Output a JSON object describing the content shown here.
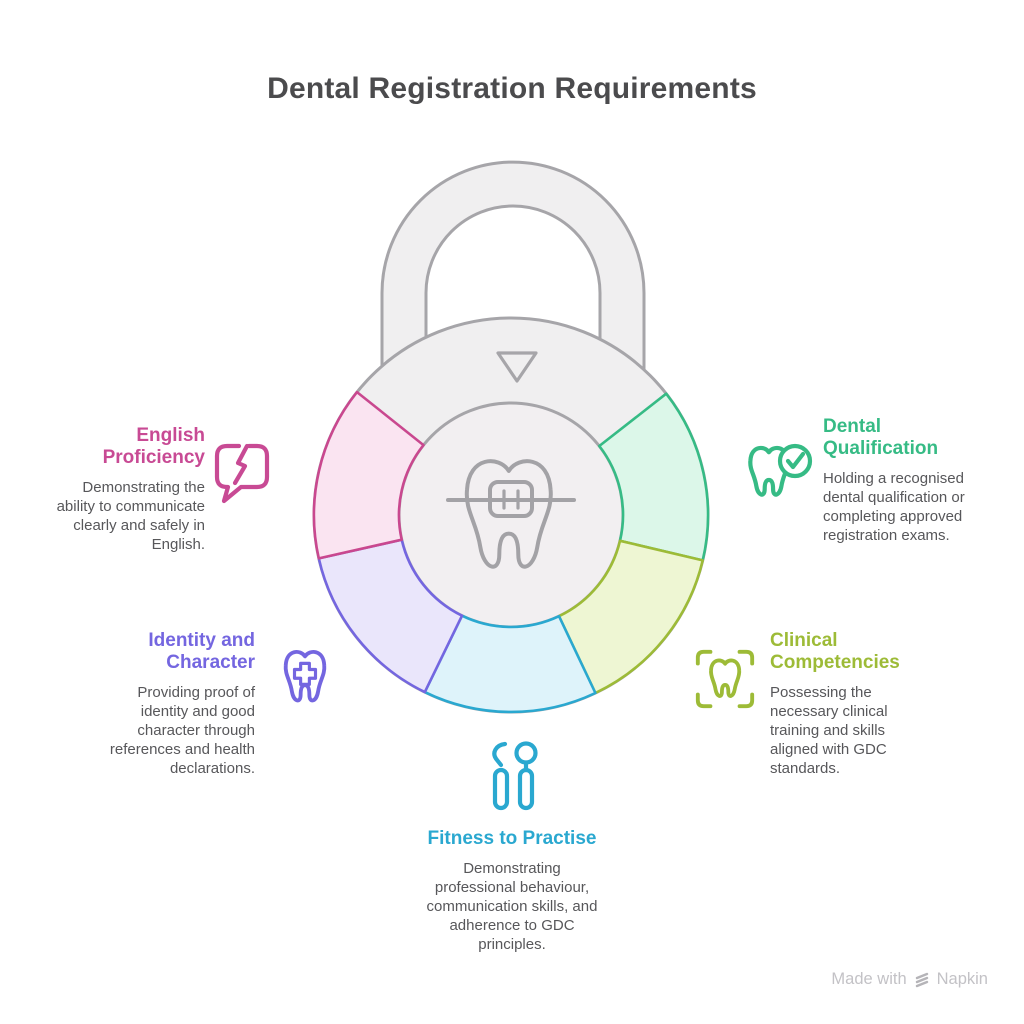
{
  "title": "Dental Registration Requirements",
  "lock": {
    "center_icon": "tooth-with-braces",
    "pointer_icon": "triangle-down",
    "body_fill": "#f0eff0",
    "inner_fill": "#f2eff1",
    "outline_color": "#a6a5a9",
    "ring": {
      "segments": [
        {
          "id": "dental-qualification",
          "start": 52.0,
          "end": 103.32,
          "stroke": "#36bb85",
          "fill": "#dcf7e9"
        },
        {
          "id": "clinical-competencies",
          "start": 103.32,
          "end": 154.64,
          "stroke": "#9dbb37",
          "fill": "#eef6d3"
        },
        {
          "id": "fitness-to-practise",
          "start": 154.64,
          "end": 205.96,
          "stroke": "#2aa8d0",
          "fill": "#def3fa"
        },
        {
          "id": "identity-and-character",
          "start": 205.96,
          "end": 257.28,
          "stroke": "#7466e0",
          "fill": "#eae6fb"
        },
        {
          "id": "english-proficiency",
          "start": 257.28,
          "end": 308.6,
          "stroke": "#c9488f",
          "fill": "#fae4f1"
        }
      ]
    }
  },
  "sections": [
    {
      "id": "english-proficiency",
      "title": "English Proficiency",
      "description": "Demonstrating the\nability to communicate\nclearly and safely in\nEnglish.",
      "color": "#c84a94",
      "icon": "broken-speech-bubble-icon"
    },
    {
      "id": "identity-and-character",
      "title": "Identity and\nCharacter",
      "description": "Providing proof of\nidentity and good\ncharacter through\nreferences and health\ndeclarations.",
      "color": "#7466e0",
      "icon": "tooth-cross-icon"
    },
    {
      "id": "fitness-to-practise",
      "title": "Fitness to Practise",
      "description": "Demonstrating\nprofessional behaviour,\ncommunication skills, and\nadherence to GDC\nprinciples.",
      "color": "#2aa8d0",
      "icon": "dental-tools-icon"
    },
    {
      "id": "clinical-competencies",
      "title": "Clinical\nCompetencies",
      "description": "Possessing the\nnecessary clinical\ntraining and skills\naligned with GDC\nstandards.",
      "color": "#9dbb37",
      "icon": "tooth-scan-icon"
    },
    {
      "id": "dental-qualification",
      "title": "Dental\nQualification",
      "description": "Holding a recognised\ndental qualification or\ncompleting approved\nregistration exams.",
      "color": "#36bb85",
      "icon": "tooth-check-icon"
    }
  ],
  "watermark": {
    "prefix": "Made with",
    "brand": "Napkin",
    "color": "#c3c2c6"
  }
}
